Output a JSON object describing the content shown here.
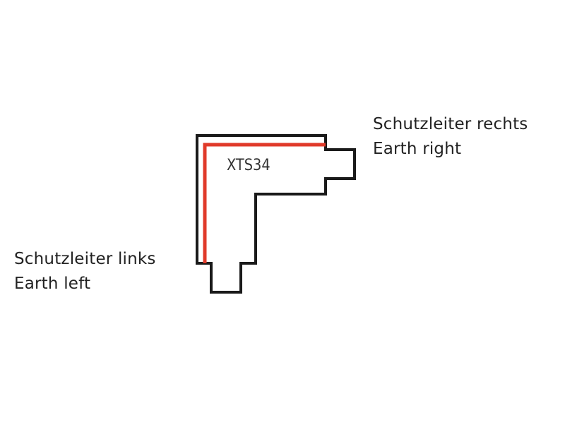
{
  "diagram": {
    "part_code": "XTS34",
    "labels": {
      "right": {
        "line1": "Schutzleiter rechts",
        "line2": "Earth right"
      },
      "left": {
        "line1": "Schutzleiter links",
        "line2": "Earth left"
      }
    },
    "colors": {
      "outline": "#1a1a1a",
      "earth_conductor": "#e03a2a",
      "background": "#ffffff",
      "text": "#222222"
    }
  }
}
